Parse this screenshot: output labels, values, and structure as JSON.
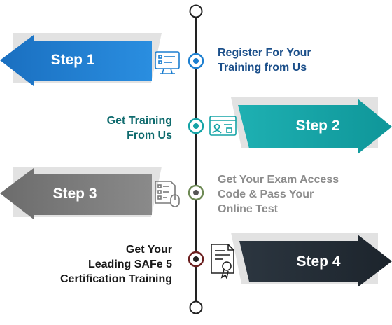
{
  "colors": {
    "line": "#222222",
    "step1": "#1d7fd0",
    "step2": "#14a3a6",
    "step3": "#7a7a7a",
    "step4": "#222b33",
    "text1": "#1b4f8a",
    "text2": "#0f6b6e",
    "text3": "#8c8c8c",
    "text4": "#1a1a1a",
    "ring4": "#6b1f1f"
  },
  "steps": [
    {
      "badge": "Step 1",
      "text_lines": [
        "Register For Your",
        "Training from Us"
      ],
      "icon": "computer-checklist-icon"
    },
    {
      "badge": "Step 2",
      "text_lines": [
        "Get Training",
        "From Us"
      ],
      "icon": "user-id-card-icon"
    },
    {
      "badge": "Step 3",
      "text_lines": [
        "Get Your Exam Access",
        "Code & Pass Your",
        "Online Test"
      ],
      "icon": "exam-sheet-mouse-icon"
    },
    {
      "badge": "Step 4",
      "text_lines": [
        "Get Your",
        "Leading SAFe 5",
        "Certification Training"
      ],
      "icon": "certificate-icon"
    }
  ]
}
